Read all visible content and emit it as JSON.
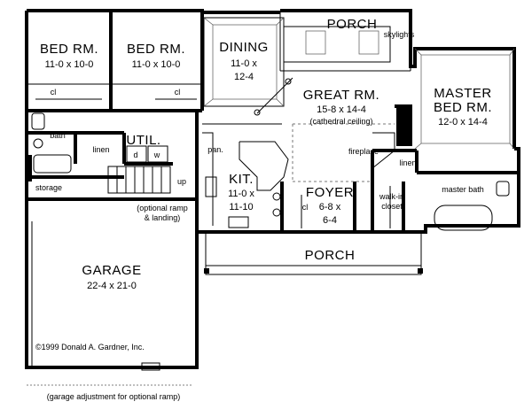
{
  "rooms": {
    "bed1": {
      "name": "BED RM.",
      "dims": "11-0  x  10-0",
      "closet": "cl"
    },
    "bed2": {
      "name": "BED RM.",
      "dims": "11-0  x  10-0",
      "closet": "cl"
    },
    "dining": {
      "name": "DINING",
      "dims1": "11-0  x",
      "dims2": "12-4"
    },
    "porch_top": {
      "name": "PORCH",
      "note": "skylights"
    },
    "great": {
      "name": "GREAT RM.",
      "dims": "15-8  x  14-4",
      "note": "(cathedral ceiling)"
    },
    "master": {
      "name1": "MASTER",
      "name2": "BED RM.",
      "dims": "12-0  x  14-4"
    },
    "bath": {
      "name": "bath"
    },
    "util": {
      "name": "UTIL.",
      "d": "d",
      "w": "w"
    },
    "linen1": {
      "name": "linen"
    },
    "storage": {
      "name": "storage"
    },
    "up": {
      "name": "up"
    },
    "ramp": {
      "line1": "(optional ramp",
      "line2": "& landing)"
    },
    "kit": {
      "name": "KIT.",
      "dims1": "11-0  x",
      "dims2": "11-10",
      "pan": "pan."
    },
    "foyer": {
      "name": "FOYER",
      "dims1": "6-8  x",
      "dims2": "6-4",
      "closet": "cl"
    },
    "fireplace": {
      "name": "fireplace"
    },
    "linen2": {
      "name": "linen"
    },
    "walkin": {
      "line1": "walk-in",
      "line2": "closet"
    },
    "master_bath": {
      "name": "master bath"
    },
    "porch_front": {
      "name": "PORCH"
    },
    "garage": {
      "name": "GARAGE",
      "dims": "22-4  x  21-0"
    }
  },
  "copyright": "©1999 Donald A. Gardner, Inc.",
  "garage_note": "(garage adjustment  for  optional ramp)"
}
